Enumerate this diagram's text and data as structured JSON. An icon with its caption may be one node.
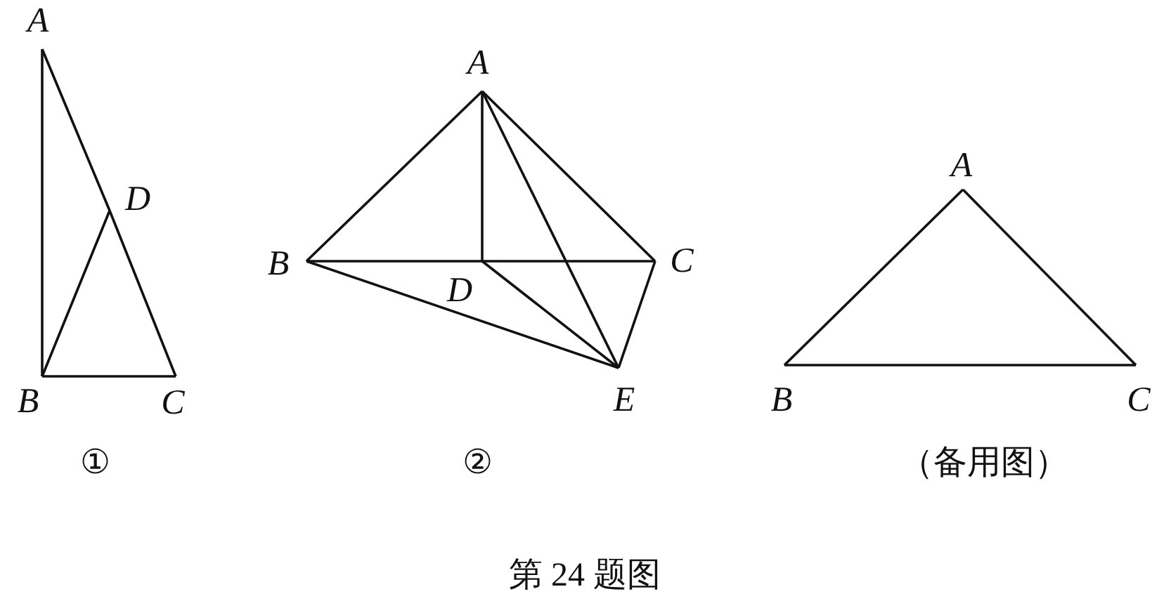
{
  "diagram": {
    "caption": "第 24 题图",
    "nodes": [
      {
        "text": [
          "A"
        ]
      },
      {
        "text": [
          "B"
        ]
      },
      {
        "text": [
          "C"
        ]
      },
      {
        "text": [
          "D"
        ]
      },
      {
        "text": [
          "A"
        ]
      },
      {
        "text": [
          "B"
        ]
      },
      {
        "text": [
          "C"
        ]
      },
      {
        "text": [
          "D"
        ]
      },
      {
        "text": [
          "E"
        ]
      },
      {
        "text": [
          "A"
        ]
      },
      {
        "text": [
          "B"
        ]
      },
      {
        "text": [
          "C"
        ]
      }
    ],
    "edges": [
      {
        "from": 0,
        "to": 1,
        "arrow": "none"
      },
      {
        "from": 1,
        "to": 2,
        "arrow": "none"
      },
      {
        "from": 0,
        "to": 3,
        "arrow": "none"
      },
      {
        "from": 3,
        "to": 2,
        "arrow": "none"
      },
      {
        "from": 1,
        "to": 3,
        "arrow": "none"
      },
      {
        "from": 4,
        "to": 5,
        "arrow": "none"
      },
      {
        "from": 4,
        "to": 6,
        "arrow": "none"
      },
      {
        "from": 5,
        "to": 7,
        "arrow": "none"
      },
      {
        "from": 7,
        "to": 6,
        "arrow": "none"
      },
      {
        "from": 4,
        "to": 7,
        "arrow": "none"
      },
      {
        "from": 4,
        "to": 8,
        "arrow": "none"
      },
      {
        "from": 5,
        "to": 8,
        "arrow": "none"
      },
      {
        "from": 7,
        "to": 8,
        "arrow": "none"
      },
      {
        "from": 6,
        "to": 8,
        "arrow": "none"
      },
      {
        "from": 9,
        "to": 10,
        "arrow": "none"
      },
      {
        "from": 9,
        "to": 11,
        "arrow": "none"
      },
      {
        "from": 10,
        "to": 11,
        "arrow": "none"
      }
    ],
    "labels": [
      "①",
      "②",
      "（备用图）"
    ]
  }
}
